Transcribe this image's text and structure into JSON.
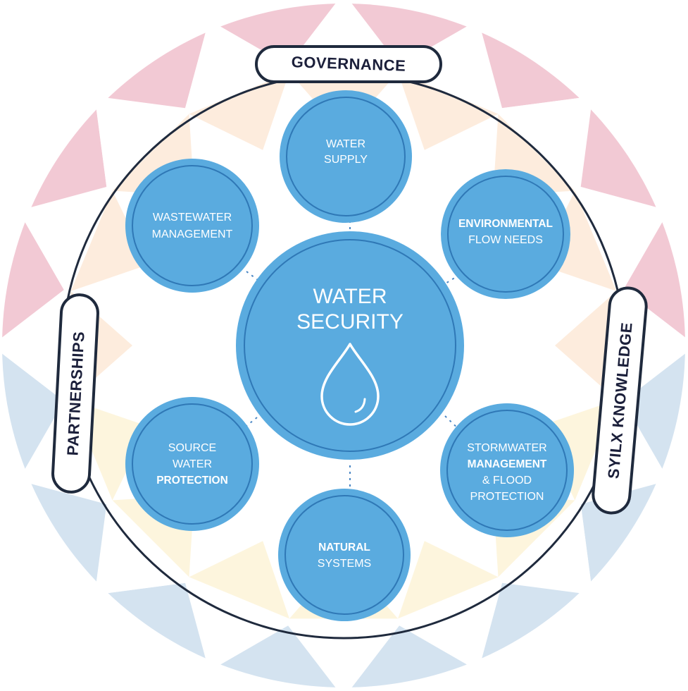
{
  "colors": {
    "node_fill": "#5aabdf",
    "node_ring": "#2f78b6",
    "outer_ring": "#1f2a3d",
    "tile_red": "#f1c3cf",
    "tile_blue": "#cfe0ee",
    "tile_orange": "#fbe0c6",
    "tile_yellow": "#fbefc6",
    "text_light": "#ffffff",
    "tag_text": "#1b1f3a"
  },
  "center": {
    "lines": [
      "WATER",
      "SECURITY"
    ],
    "icon": "water-drop-icon"
  },
  "nodes": {
    "water_supply": [
      "WATER",
      "SUPPLY"
    ],
    "environmental_flow_needs": [
      "ENVIRONMENTAL",
      "FLOW NEEDS"
    ],
    "stormwater_management": [
      "STORMWATER",
      "MANAGEMENT",
      "& FLOOD",
      "PROTECTION"
    ],
    "natural_systems": [
      "NATURAL",
      "SYSTEMS"
    ],
    "source_water_protection": [
      "SOURCE",
      "WATER",
      "PROTECTION"
    ],
    "wastewater_management": [
      "WASTEWATER",
      "MANAGEMENT"
    ]
  },
  "tags": {
    "governance": "GOVERNANCE",
    "partnerships": "PARTNERSHIPS",
    "syilx_knowledge": "SYILX KNOWLEDGE"
  }
}
